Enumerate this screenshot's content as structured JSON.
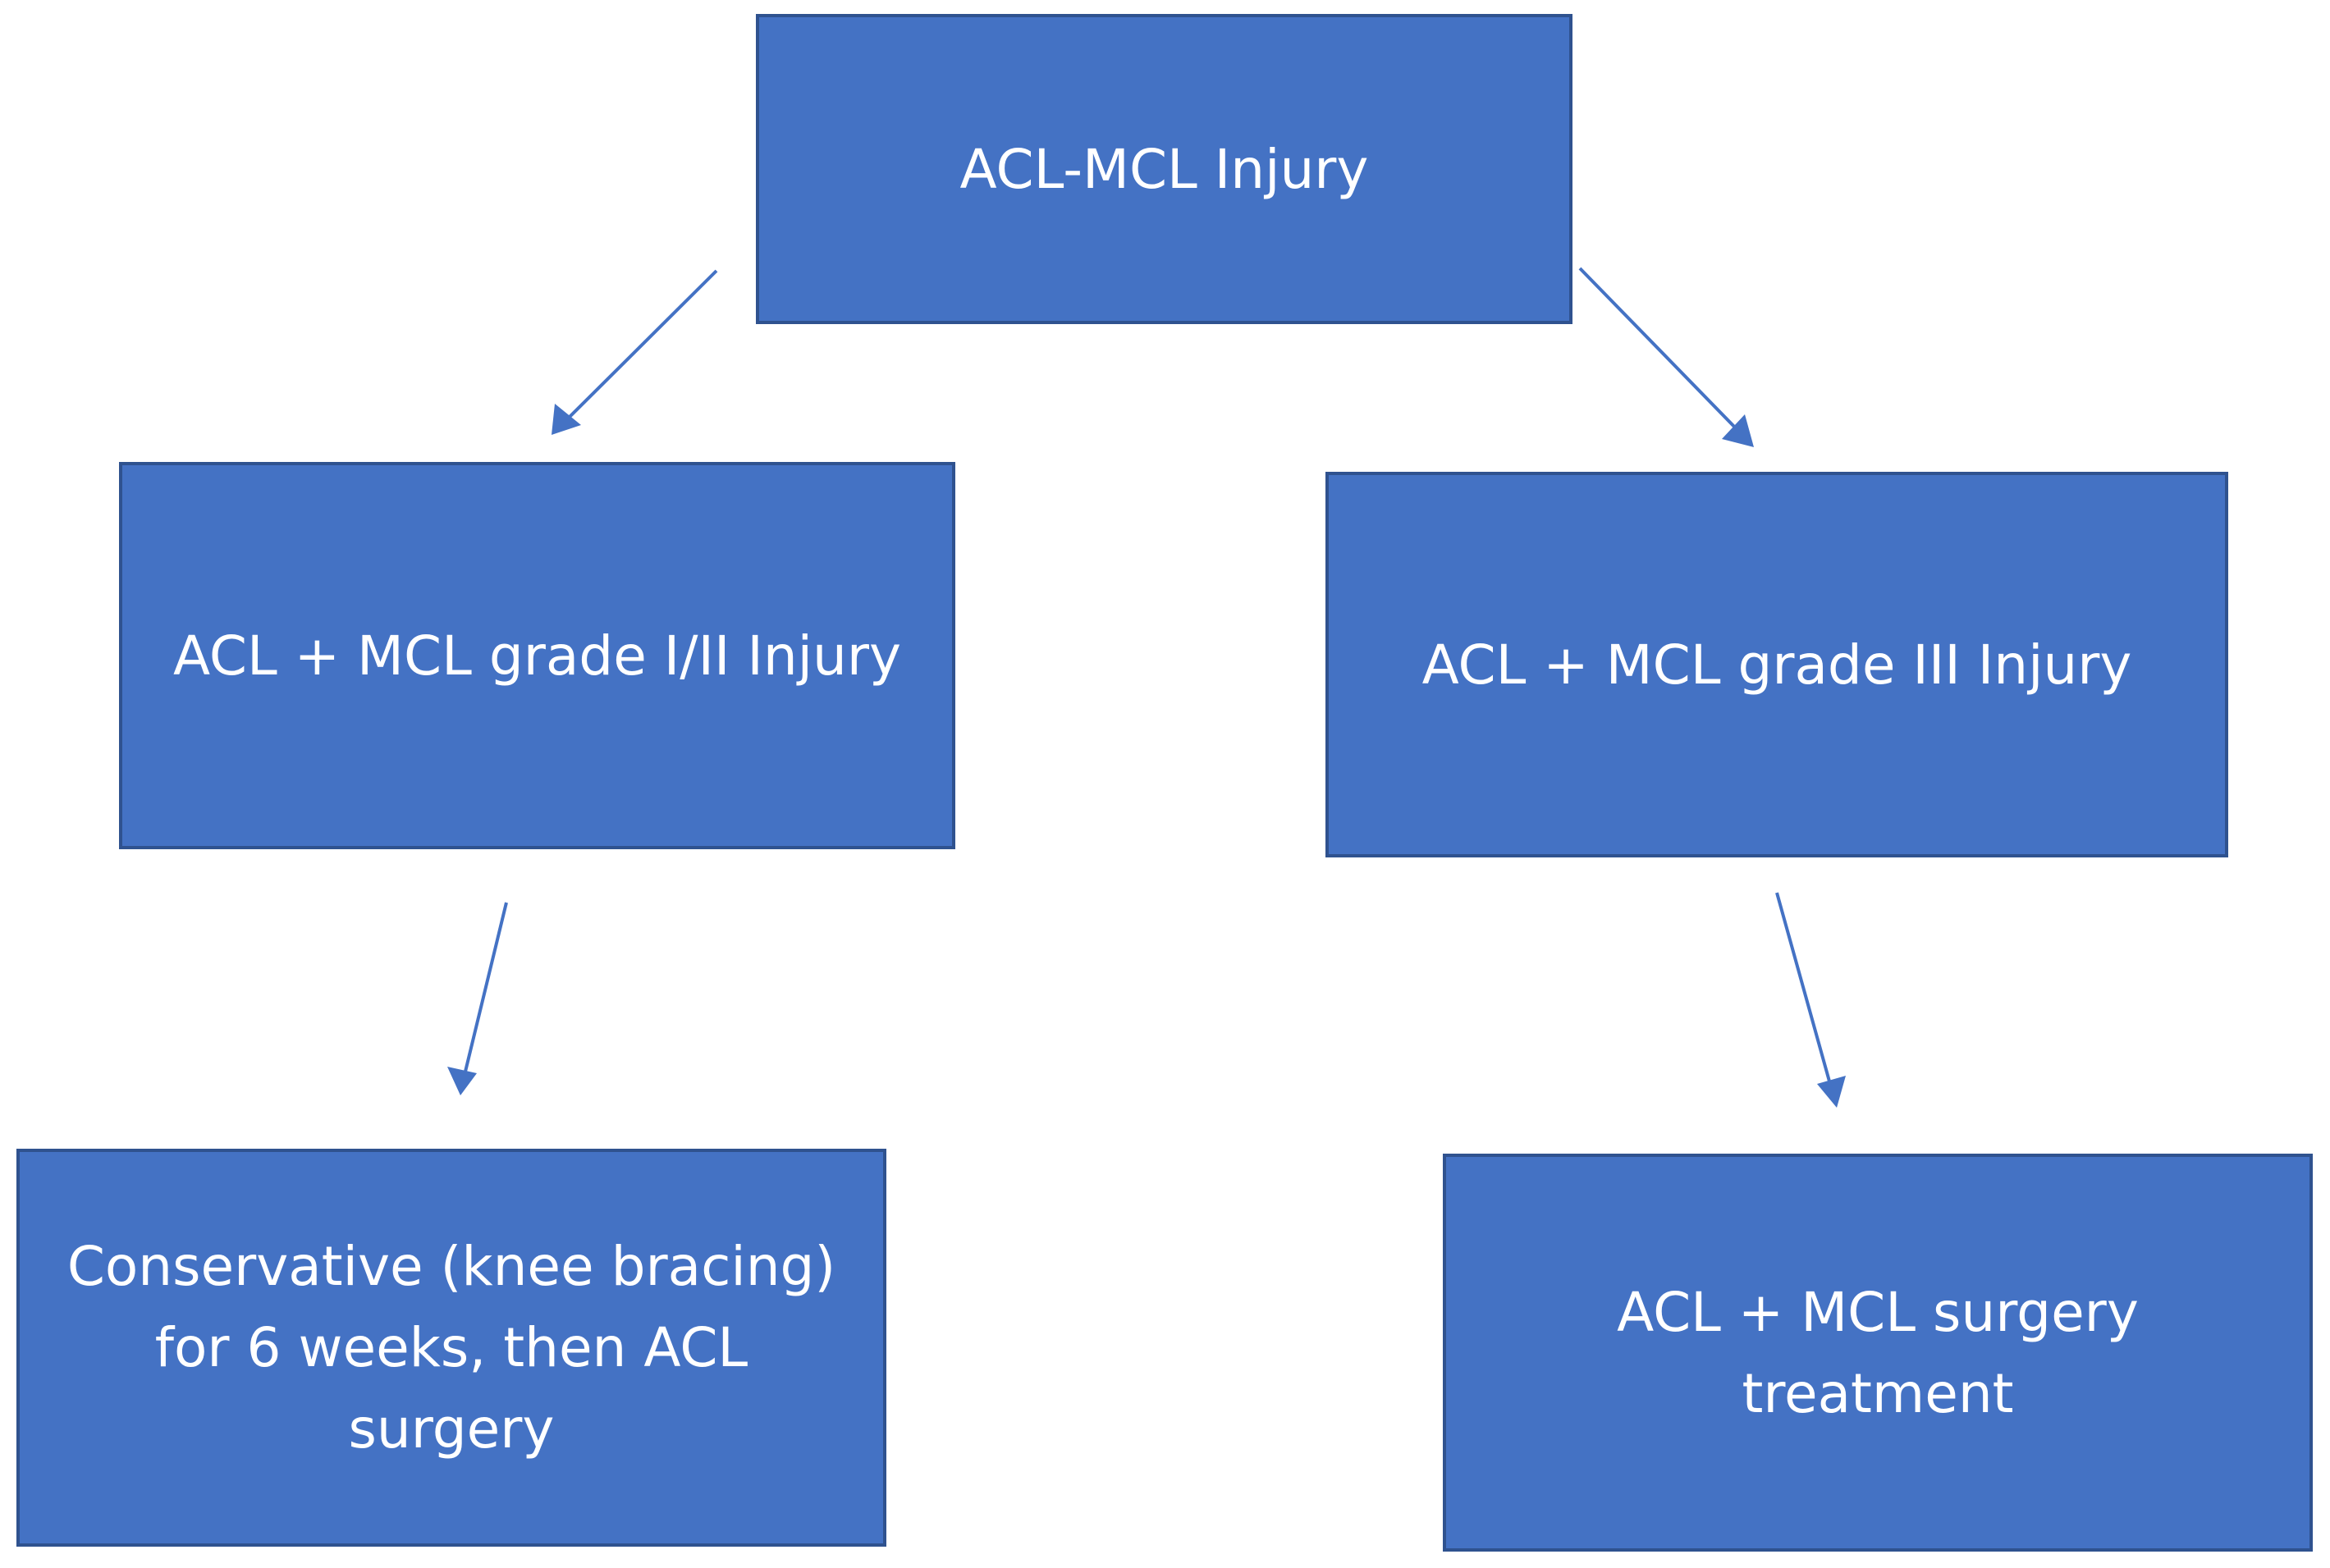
{
  "colors": {
    "box_fill": "#4472C4",
    "box_border": "#2F528F",
    "box_text": "#FFFFFF",
    "arrow": "#4472C4"
  },
  "nodes": {
    "root": {
      "label": "ACL-MCL Injury"
    },
    "left": {
      "label": "ACL + MCL grade I/II Injury"
    },
    "right": {
      "label": "ACL + MCL grade III Injury"
    },
    "left_leaf": {
      "label": "Conservative (knee bracing)\nfor 6 weeks, then ACL\nsurgery"
    },
    "right_leaf": {
      "label": "ACL + MCL surgery\ntreatment"
    }
  },
  "edges": [
    {
      "from": "root",
      "to": "left"
    },
    {
      "from": "root",
      "to": "right"
    },
    {
      "from": "left",
      "to": "left_leaf"
    },
    {
      "from": "right",
      "to": "right_leaf"
    }
  ]
}
